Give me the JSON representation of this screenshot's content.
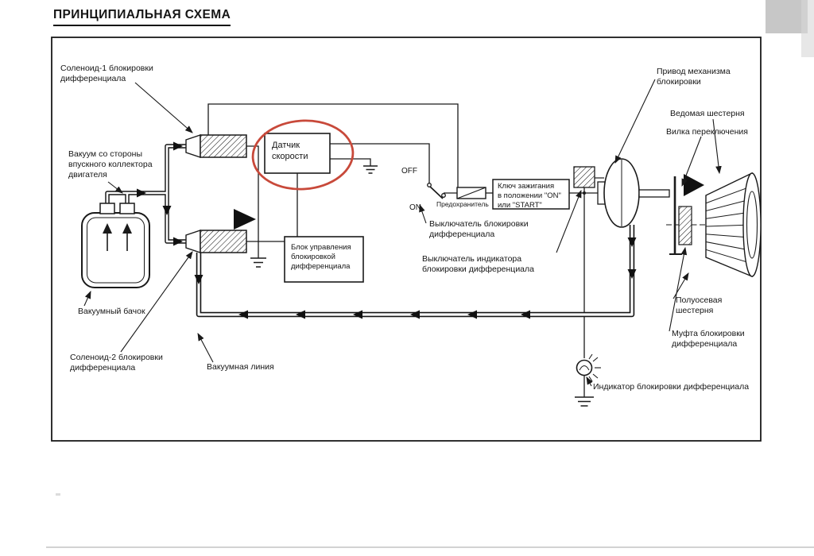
{
  "page": {
    "title": "ПРИНЦИПИАЛЬНАЯ СХЕМА"
  },
  "labels": {
    "solenoid1": "Соленоид-1 блокировки\nдифференциала",
    "vacuum_source": "Вакуум со стороны\nвпускного коллектора\nдвигателя",
    "vacuum_tank": "Вакуумный бачок",
    "solenoid2": "Соленоид-2 блокировки\nдифференциала",
    "vacuum_line": "Вакуумная линия",
    "speed_sensor": "Датчик\nскорости",
    "control_unit": "Блок управления\nблокировкой\nдифференциала",
    "switch_off": "OFF",
    "switch_on": "ON",
    "fuse": "Предохранитель",
    "ignition_key": "Ключ зажигания\nв положении \"ON\"\nили \"START\"",
    "lock_switch": "Выключатель блокировки\nдифференциала",
    "indicator_switch": "Выключатель индикатора\nблокировки дифференциала",
    "actuator": "Привод механизма\nблокировки",
    "driven_gear": "Ведомая шестерня",
    "shift_fork": "Вилка переключения",
    "axle_gear": "Полуосевая\nшестерня",
    "lock_clutch": "Муфта блокировки\nдифференциала",
    "indicator_lamp": "Индикатор блокировки дифференциала"
  },
  "annotation": {
    "color": "#c8493a",
    "highlighted_component": "Датчик скорости"
  },
  "colors": {
    "ink": "#1a1a1a",
    "paper": "#ffffff"
  }
}
